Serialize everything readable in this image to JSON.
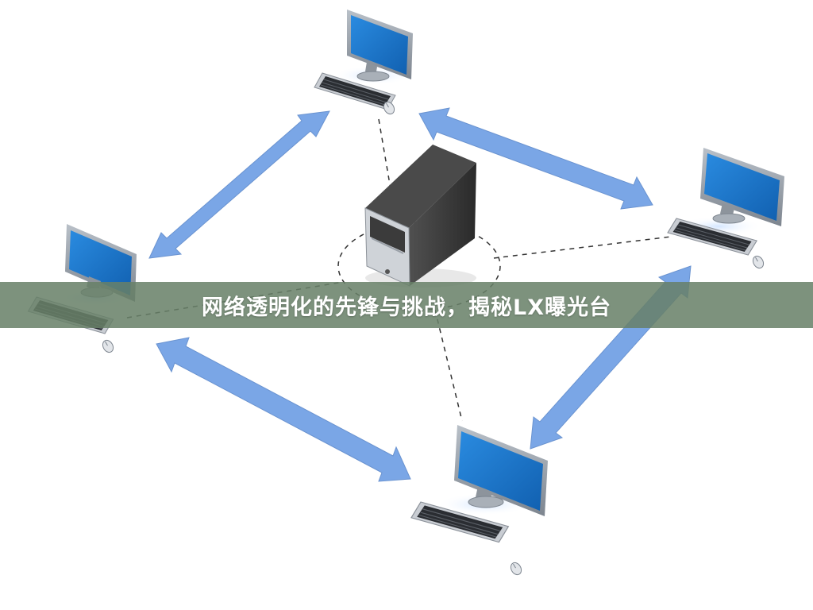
{
  "banner": {
    "title": "网络透明化的先锋与挑战，揭秘LX曝光台"
  },
  "colors": {
    "arrow": "#7aa6e6",
    "screen": "#1e7fd6",
    "monitor_frame": "#9aa2ac",
    "server": "#3c3c3c",
    "banner_bg": "#688068"
  },
  "scene": {
    "computers": [
      "top",
      "right",
      "bottom",
      "left"
    ],
    "server": "center"
  }
}
